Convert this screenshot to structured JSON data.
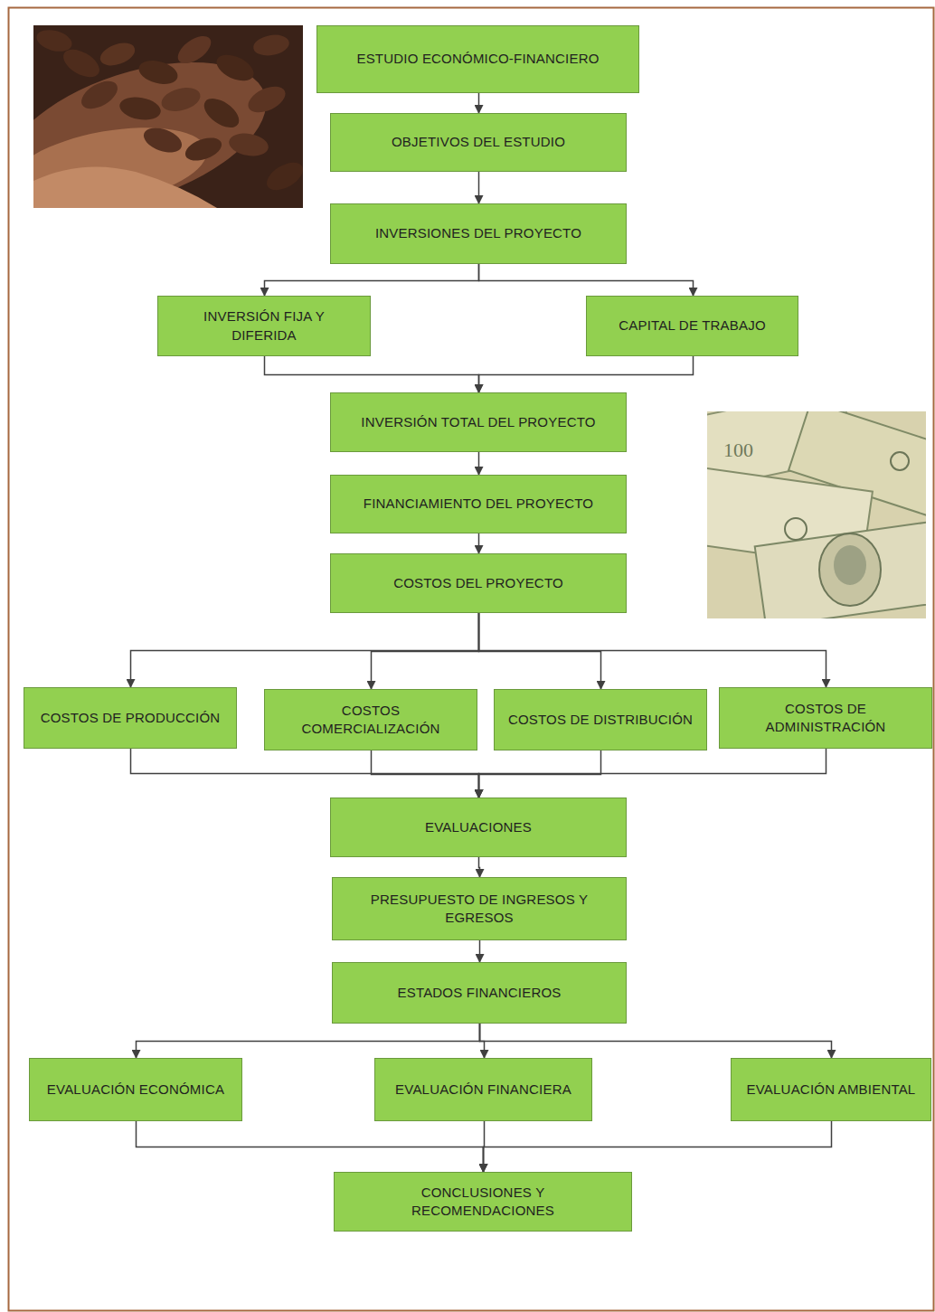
{
  "diagram": {
    "nodes": [
      {
        "text": [
          "ESTUDIO ECONÓMICO-FINANCIERO"
        ]
      },
      {
        "text": [
          "OBJETIVOS DEL ESTUDIO"
        ]
      },
      {
        "text": [
          "INVERSIONES DEL PROYECTO"
        ]
      },
      {
        "text": [
          "INVERSIÓN FIJA Y DIFERIDA"
        ]
      },
      {
        "text": [
          "CAPITAL DE TRABAJO"
        ]
      },
      {
        "text": [
          "INVERSIÓN TOTAL DEL PROYECTO"
        ]
      },
      {
        "text": [
          "FINANCIAMIENTO DEL PROYECTO"
        ]
      },
      {
        "text": [
          "COSTOS DEL PROYECTO"
        ]
      },
      {
        "text": [
          "COSTOS DE PRODUCCIÓN"
        ]
      },
      {
        "text": [
          "COSTOS COMERCIALIZACIÓN"
        ]
      },
      {
        "text": [
          "COSTOS DE DISTRIBUCIÓN"
        ]
      },
      {
        "text": [
          "COSTOS DE ADMINISTRACIÓN"
        ]
      },
      {
        "text": [
          "EVALUACIONES"
        ]
      },
      {
        "text": [
          "PRESUPUESTO DE INGRESOS Y EGRESOS"
        ]
      },
      {
        "text": [
          "ESTADOS FINANCIEROS"
        ]
      },
      {
        "text": [
          "EVALUACIÓN ECONÓMICA"
        ]
      },
      {
        "text": [
          "EVALUACIÓN FINANCIERA"
        ]
      },
      {
        "text": [
          "EVALUACIÓN AMBIENTAL"
        ]
      },
      {
        "text": [
          "CONCLUSIONES Y RECOMENDACIONES"
        ]
      }
    ],
    "edges": [
      {
        "from": 0,
        "to": 1,
        "arrow": "to"
      },
      {
        "from": 1,
        "to": 2,
        "arrow": "to"
      },
      {
        "from": 2,
        "to": 3,
        "arrow": "to"
      },
      {
        "from": 2,
        "to": 4,
        "arrow": "to"
      },
      {
        "from": 3,
        "to": 5,
        "arrow": "to"
      },
      {
        "from": 4,
        "to": 5,
        "arrow": "to"
      },
      {
        "from": 5,
        "to": 6,
        "arrow": "to"
      },
      {
        "from": 6,
        "to": 7,
        "arrow": "to"
      },
      {
        "from": 7,
        "to": 8,
        "arrow": "to"
      },
      {
        "from": 7,
        "to": 9,
        "arrow": "to"
      },
      {
        "from": 7,
        "to": 10,
        "arrow": "to"
      },
      {
        "from": 7,
        "to": 11,
        "arrow": "to"
      },
      {
        "from": 8,
        "to": 12,
        "arrow": "to"
      },
      {
        "from": 9,
        "to": 12,
        "arrow": "to"
      },
      {
        "from": 10,
        "to": 12,
        "arrow": "to"
      },
      {
        "from": 11,
        "to": 12,
        "arrow": "to"
      },
      {
        "from": 12,
        "to": 13,
        "arrow": "to"
      },
      {
        "from": 13,
        "to": 14,
        "arrow": "to"
      },
      {
        "from": 14,
        "to": 15,
        "arrow": "to"
      },
      {
        "from": 14,
        "to": 16,
        "arrow": "to"
      },
      {
        "from": 14,
        "to": 17,
        "arrow": "to"
      },
      {
        "from": 15,
        "to": 18,
        "arrow": "to"
      },
      {
        "from": 16,
        "to": 18,
        "arrow": "to"
      },
      {
        "from": 17,
        "to": 18,
        "arrow": "to"
      }
    ]
  }
}
